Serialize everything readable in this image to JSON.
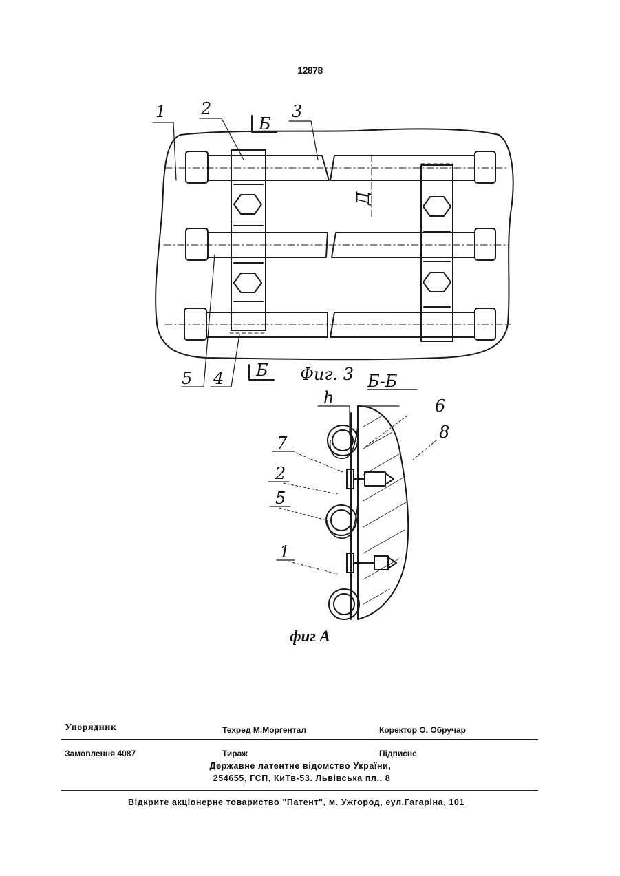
{
  "page_number": "12878",
  "figure3": {
    "caption": "Фиг. 3",
    "section_mark": "Б",
    "labels": {
      "part1": "1",
      "part2": "2",
      "part3": "3",
      "part4": "4",
      "part5": "5",
      "view_a": "Д"
    }
  },
  "figure4": {
    "section_title": "Б-Б",
    "dimension": "h",
    "labels": {
      "part6": "6",
      "part8": "8",
      "part7": "7",
      "part2": "2",
      "part5": "5",
      "part1": "1"
    },
    "caption": "фиг A"
  },
  "imprint": {
    "compiler": "Упорядник",
    "techred": "Техред М.Моргентал",
    "corrector": "Коректор О. Обручар",
    "order": "Замовлення 4087",
    "circulation": "Тираж",
    "subscription": "Підписне",
    "office_line1": "Державне латентне відомство України,",
    "office_line2": "254655, ГСП, КиТв-53. Львівська пл.. 8",
    "publisher": "Відкрите акціонерне товариство \"Патент\", м. Ужгород, еул.Гагаріна, 101"
  }
}
